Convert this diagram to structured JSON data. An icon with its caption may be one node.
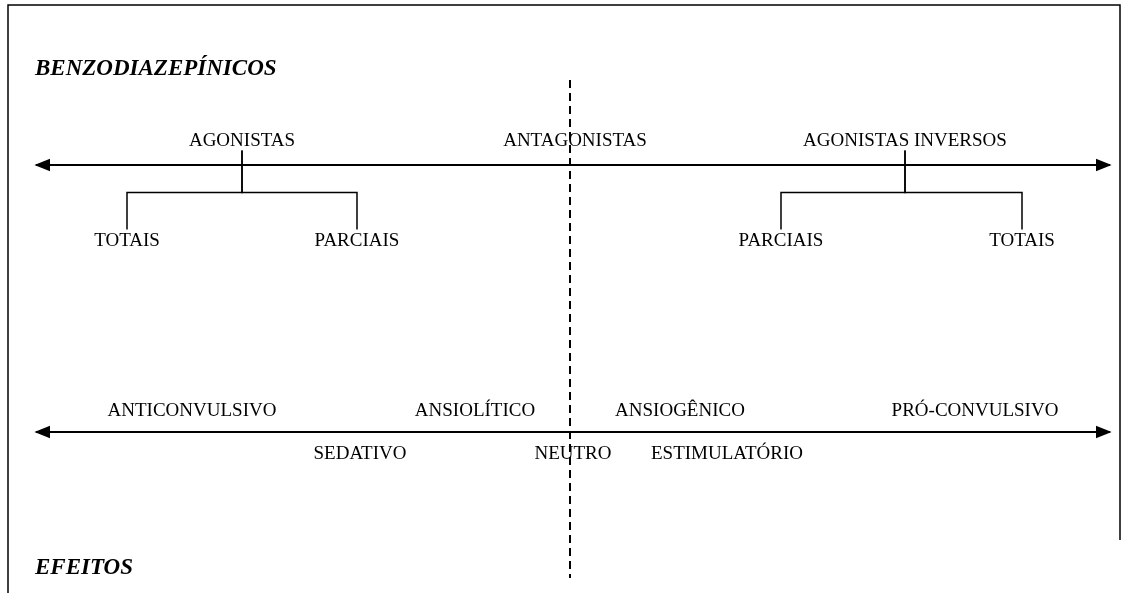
{
  "diagram": {
    "nodes": [
      {
        "text": [
          "AGONISTAS"
        ]
      },
      {
        "text": [
          "TOTAIS"
        ]
      },
      {
        "text": [
          "PARCIAIS"
        ]
      },
      {
        "text": [
          "AGONISTAS INVERSOS"
        ]
      },
      {
        "text": [
          "PARCIAIS"
        ]
      },
      {
        "text": [
          "TOTAIS"
        ]
      }
    ],
    "edges": [
      {
        "from": 0,
        "to": 1,
        "arrow": "none"
      },
      {
        "from": 0,
        "to": 2,
        "arrow": "none"
      },
      {
        "from": 3,
        "to": 4,
        "arrow": "none"
      },
      {
        "from": 3,
        "to": 5,
        "arrow": "none"
      }
    ],
    "labels": [
      "BENZODIAZEPÍNICOS",
      "ANTAGONISTAS",
      "ANTICONVULSIVO",
      "ANSIOLÍTICO",
      "ANSIOGÊNICO",
      "PRÓ-CONVULSIVO",
      "SEDATIVO",
      "NEUTRO",
      "ESTIMULATÓRIO",
      "EFEITOS"
    ]
  }
}
